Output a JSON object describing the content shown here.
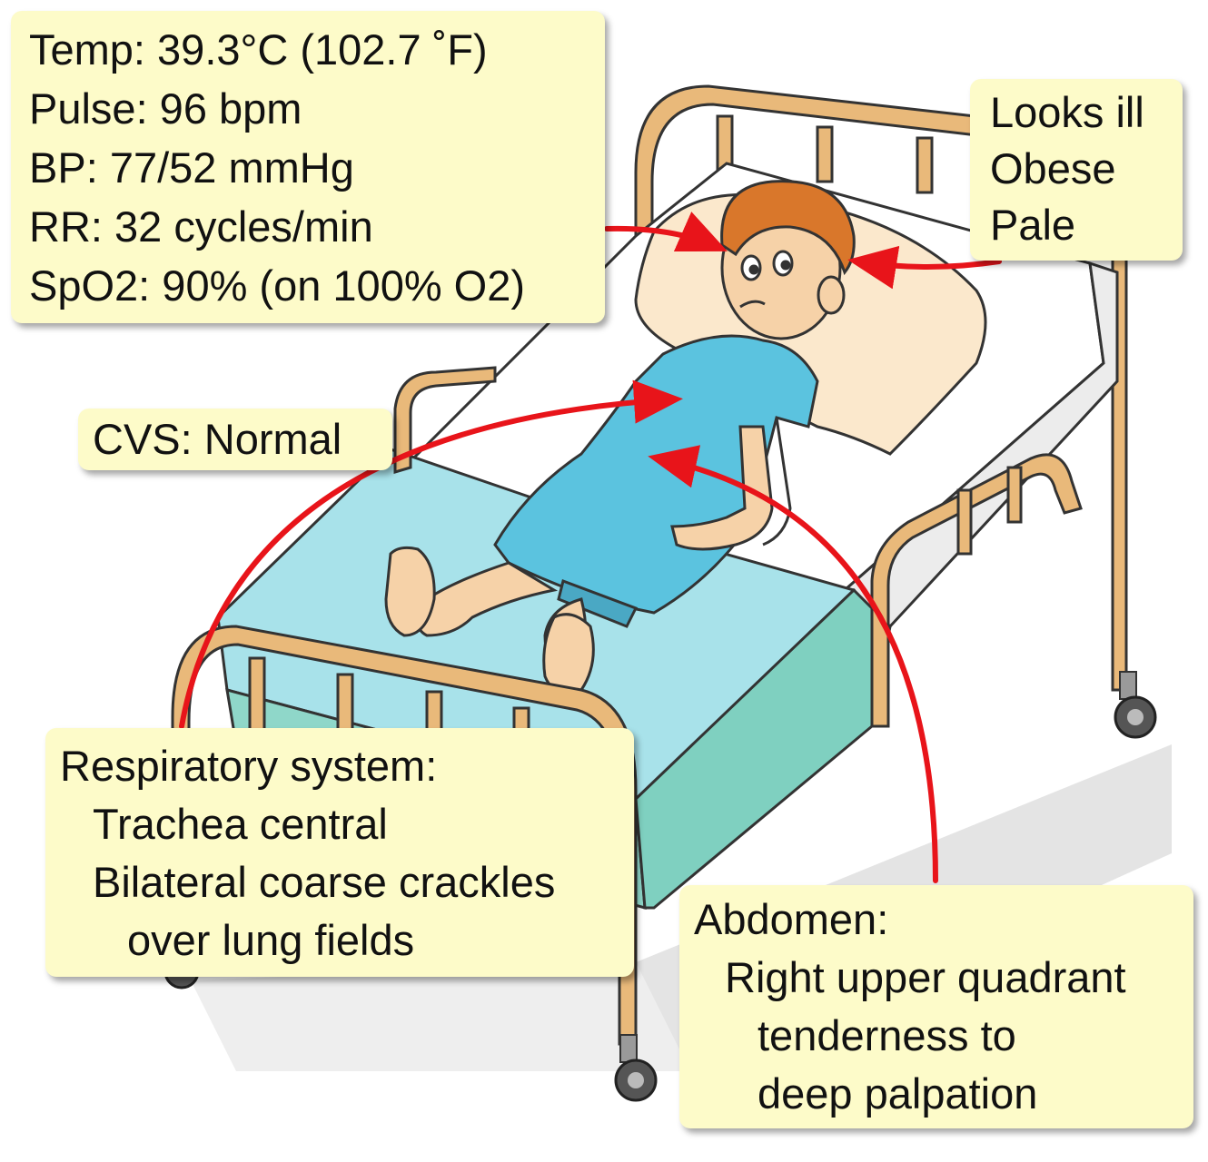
{
  "vitals": {
    "temp": "Temp: 39.3°C (102.7 ˚F)",
    "pulse": "Pulse: 96 bpm",
    "bp": "BP: 77/52 mmHg",
    "rr": "RR: 32 cycles/min",
    "spo2": "SpO2: 90% (on 100% O2)"
  },
  "appearance": {
    "line1": "Looks ill",
    "line2": "Obese",
    "line3": "Pale"
  },
  "cvs": {
    "text": "CVS: Normal"
  },
  "respiratory": {
    "heading": "Respiratory system:",
    "item1": "Trachea central",
    "item2a": "Bilateral coarse crackles",
    "item2b": "over lung fields"
  },
  "abdomen": {
    "heading": "Abdomen:",
    "line1": "Right upper quadrant",
    "line2": "tenderness to",
    "line3": "deep palpation"
  },
  "colors": {
    "callout_bg": "#fdfbc9",
    "arrow": "#e8141a",
    "bed_frame": "#e9b97a",
    "mattress": "#a8e2ea",
    "gown": "#5bc3df",
    "hair": "#d9772b",
    "skin": "#f6d2a8",
    "pillow": "#fbe8cc"
  }
}
